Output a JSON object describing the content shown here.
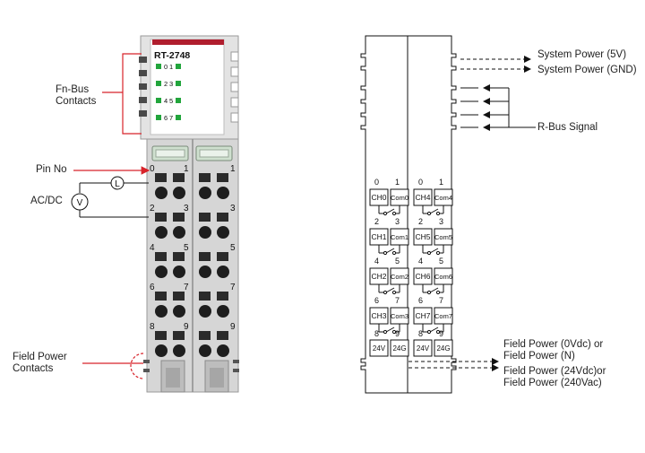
{
  "module": {
    "model": "RT-2748",
    "led_labels": [
      [
        "0",
        "1"
      ],
      [
        "2",
        "3"
      ],
      [
        "4",
        "5"
      ],
      [
        "6",
        "7"
      ]
    ],
    "pin_labels": [
      [
        "0",
        "1"
      ],
      [
        "2",
        "3"
      ],
      [
        "4",
        "5"
      ],
      [
        "6",
        "7"
      ],
      [
        "8",
        "9"
      ]
    ]
  },
  "callouts": {
    "fn_bus": [
      "Fn-Bus",
      "Contacts"
    ],
    "pin_no": "Pin No",
    "acdc": "AC/DC",
    "load_symbol": "L",
    "source_symbol": "V",
    "field_power": [
      "Field Power",
      "Contacts"
    ]
  },
  "schematic": {
    "channels_left": [
      "CH0",
      "CH1",
      "CH2",
      "CH3"
    ],
    "channels_right": [
      "CH4",
      "CH5",
      "CH6",
      "CH7"
    ],
    "coms_left": [
      "Com0",
      "Com1",
      "Com2",
      "Com3"
    ],
    "coms_right": [
      "Com4",
      "Com5",
      "Com6",
      "Com7"
    ],
    "power_labels": [
      "24V",
      "24G"
    ],
    "system_power_5v": "System Power (5V)",
    "system_power_gnd": "System Power (GND)",
    "rbus_signal": "R-Bus Signal",
    "field_power_0v": [
      "Field Power (0Vdc) or",
      "Field Power (N)"
    ],
    "field_power_24v": [
      "Field Power (24Vdc)or",
      "Field Power (240Vac)"
    ]
  },
  "colors": {
    "brand_red": "#b01e2e",
    "led_green": "#22a53c",
    "callout_red": "#d8232a",
    "housing_grey": "#d6d6d6"
  }
}
